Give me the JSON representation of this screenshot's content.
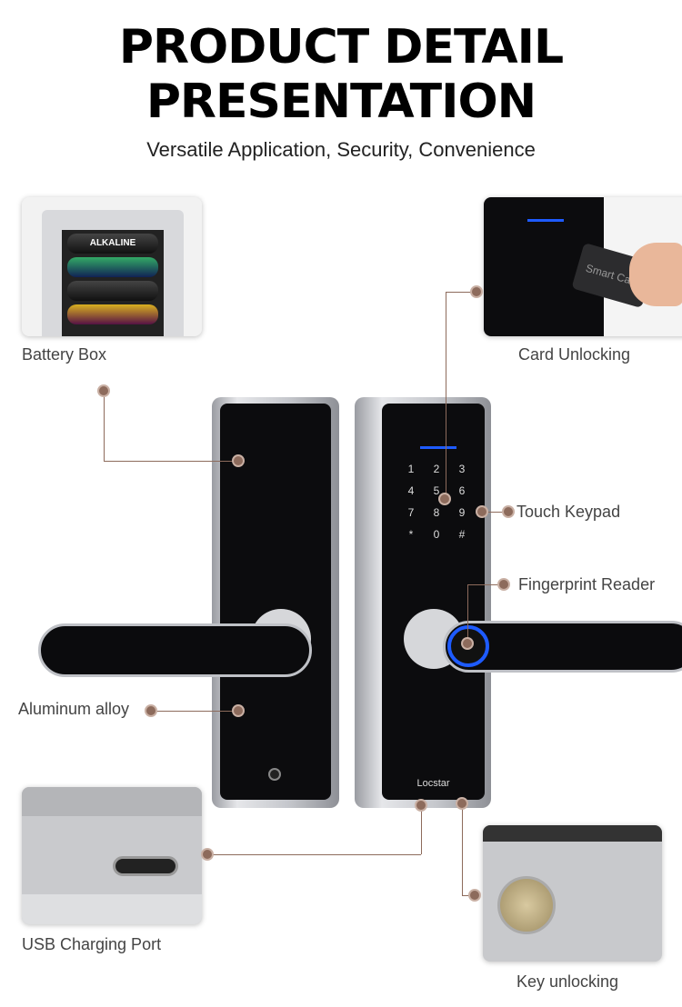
{
  "header": {
    "title_line1": "PRODUCT DETAIL",
    "title_line2": "PRESENTATION",
    "subtitle": "Versatile Application, Security, Convenience"
  },
  "features": {
    "battery": "Battery Box",
    "card": "Card Unlocking",
    "keypad": "Touch Keypad",
    "fingerprint": "Fingerprint Reader",
    "aluminum": "Aluminum alloy",
    "usb": "USB Charging Port",
    "key": "Key unlocking"
  },
  "card_text": "Smart Card",
  "battery_text": "ALKALINE",
  "brand": "Locstar",
  "keypad": [
    "1",
    "2",
    "3",
    "4",
    "5",
    "6",
    "7",
    "8",
    "9",
    "*",
    "0",
    "#"
  ],
  "colors": {
    "accent": "#8d6b5c",
    "indicator": "#1e5bff"
  }
}
